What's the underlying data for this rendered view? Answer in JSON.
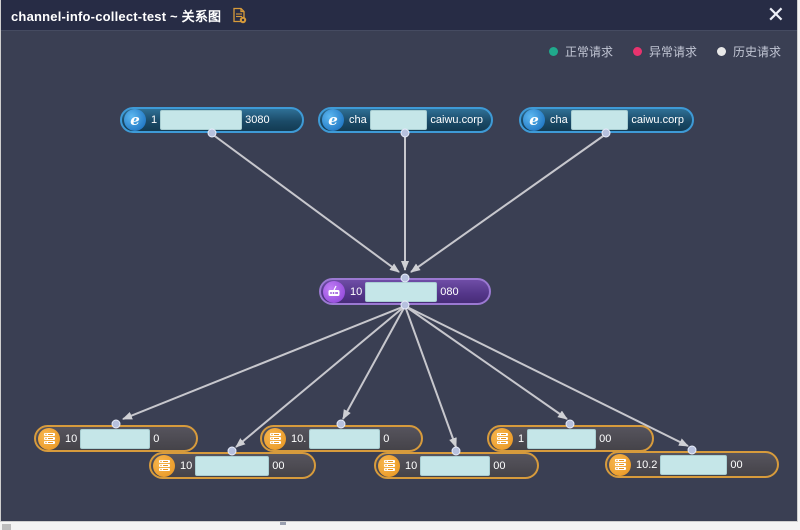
{
  "modal": {
    "title": "channel-info-collect-test ~ 关系图",
    "close_glyph": "✕"
  },
  "legend": {
    "items": [
      {
        "label": "正常请求",
        "color": "#20a98c"
      },
      {
        "label": "异常请求",
        "color": "#e8336e"
      },
      {
        "label": "历史请求",
        "color": "#e8e8e8"
      }
    ]
  },
  "graph": {
    "colors": {
      "browser_node_border": "#3e9ad6",
      "server_node_border": "#9b79d2",
      "db_node_border": "#d79b3c",
      "edge": "#cfcfd4"
    },
    "top_nodes": [
      {
        "icon": "ie-browser",
        "prefix": "1",
        "redacted": true,
        "suffix": "3080"
      },
      {
        "icon": "ie-browser",
        "prefix": "cha",
        "redacted": true,
        "suffix": "caiwu.corp"
      },
      {
        "icon": "ie-browser",
        "prefix": "cha",
        "redacted": true,
        "suffix": "caiwu.corp"
      }
    ],
    "middle_node": {
      "icon": "router-server",
      "prefix": "10",
      "redacted": true,
      "suffix": "080"
    },
    "bottom_nodes": [
      {
        "icon": "database-server",
        "prefix": "10",
        "redacted": true,
        "suffix": "0"
      },
      {
        "icon": "database-server",
        "prefix": "10",
        "redacted": true,
        "suffix": "00"
      },
      {
        "icon": "database-server",
        "prefix": "10.",
        "redacted": true,
        "suffix": "0"
      },
      {
        "icon": "database-server",
        "prefix": "10",
        "redacted": true,
        "suffix": "00"
      },
      {
        "icon": "database-server",
        "prefix": "1",
        "redacted": true,
        "suffix": "00"
      },
      {
        "icon": "database-server",
        "prefix": "10.2",
        "redacted": true,
        "suffix": "00"
      }
    ]
  }
}
